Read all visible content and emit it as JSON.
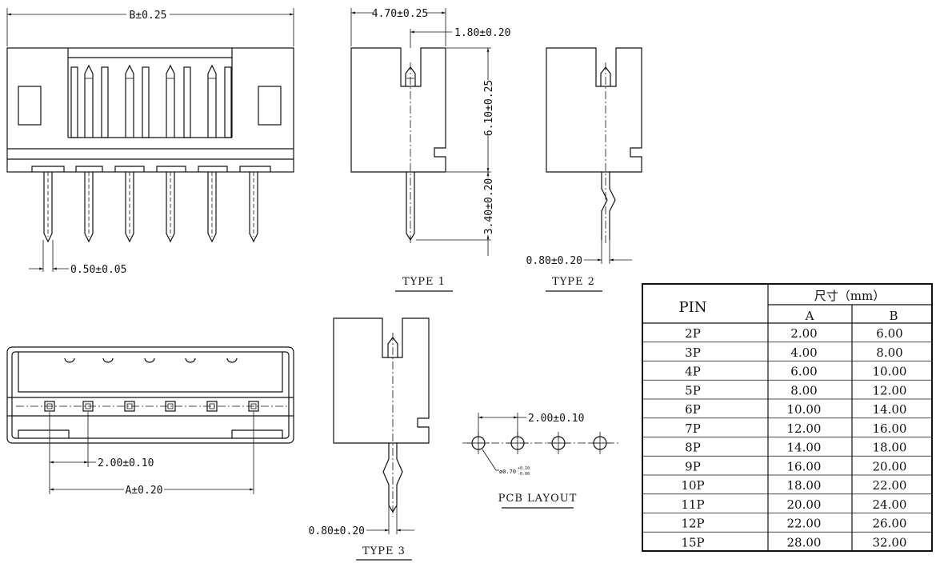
{
  "dimensions": {
    "b_width": "B±0.25",
    "pin_width": "0.50±0.05",
    "depth": "4.70±0.25",
    "slot": "1.80±0.20",
    "height": "6.10±0.25",
    "tail": "3.40±0.20",
    "type2_pin": "0.80±0.20",
    "pitch_bottom": "2.00±0.10",
    "a_length": "A±0.20",
    "type3_pin": "0.80±0.20",
    "pcb_pitch": "2.00±0.10",
    "hole_dia": "ø0.70",
    "hole_tol_plus": "+0.10",
    "hole_tol_minus": "-0.00"
  },
  "captions": {
    "type1": "TYPE  1",
    "type2": "TYPE  2",
    "type3": "TYPE  3",
    "pcb": "PCB LAYOUT"
  },
  "table": {
    "pin_header": "PIN",
    "size_header": "尺寸（mm）",
    "col_a": "A",
    "col_b": "B",
    "rows": [
      {
        "pin": "2P",
        "a": "2.00",
        "b": "6.00"
      },
      {
        "pin": "3P",
        "a": "4.00",
        "b": "8.00"
      },
      {
        "pin": "4P",
        "a": "6.00",
        "b": "10.00"
      },
      {
        "pin": "5P",
        "a": "8.00",
        "b": "12.00"
      },
      {
        "pin": "6P",
        "a": "10.00",
        "b": "14.00"
      },
      {
        "pin": "7P",
        "a": "12.00",
        "b": "16.00"
      },
      {
        "pin": "8P",
        "a": "14.00",
        "b": "18.00"
      },
      {
        "pin": "9P",
        "a": "16.00",
        "b": "20.00"
      },
      {
        "pin": "10P",
        "a": "18.00",
        "b": "22.00"
      },
      {
        "pin": "11P",
        "a": "20.00",
        "b": "24.00"
      },
      {
        "pin": "12P",
        "a": "22.00",
        "b": "26.00"
      },
      {
        "pin": "15P",
        "a": "28.00",
        "b": "32.00"
      }
    ]
  }
}
